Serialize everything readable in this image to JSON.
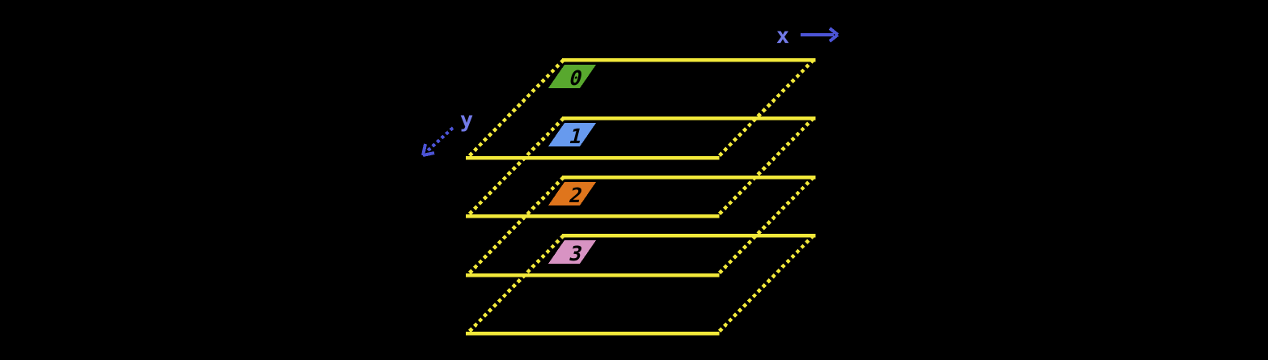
{
  "figure": {
    "type": "layer-stack-diagram"
  },
  "axes": {
    "x": {
      "label": "x",
      "direction": "right"
    },
    "y": {
      "label": "y",
      "direction": "down-left"
    }
  },
  "layers": [
    {
      "label": "0",
      "cell_color": "#58a82e"
    },
    {
      "label": "1",
      "cell_color": "#679aee"
    },
    {
      "label": "2",
      "cell_color": "#df751c"
    },
    {
      "label": "3",
      "cell_color": "#d893c3"
    }
  ],
  "colors": {
    "background": "#000000",
    "plane_outline": "#f2e93a",
    "axis_label": "#727ae8",
    "axis_arrow": "#4c54d6",
    "cell_label": "#000000"
  }
}
